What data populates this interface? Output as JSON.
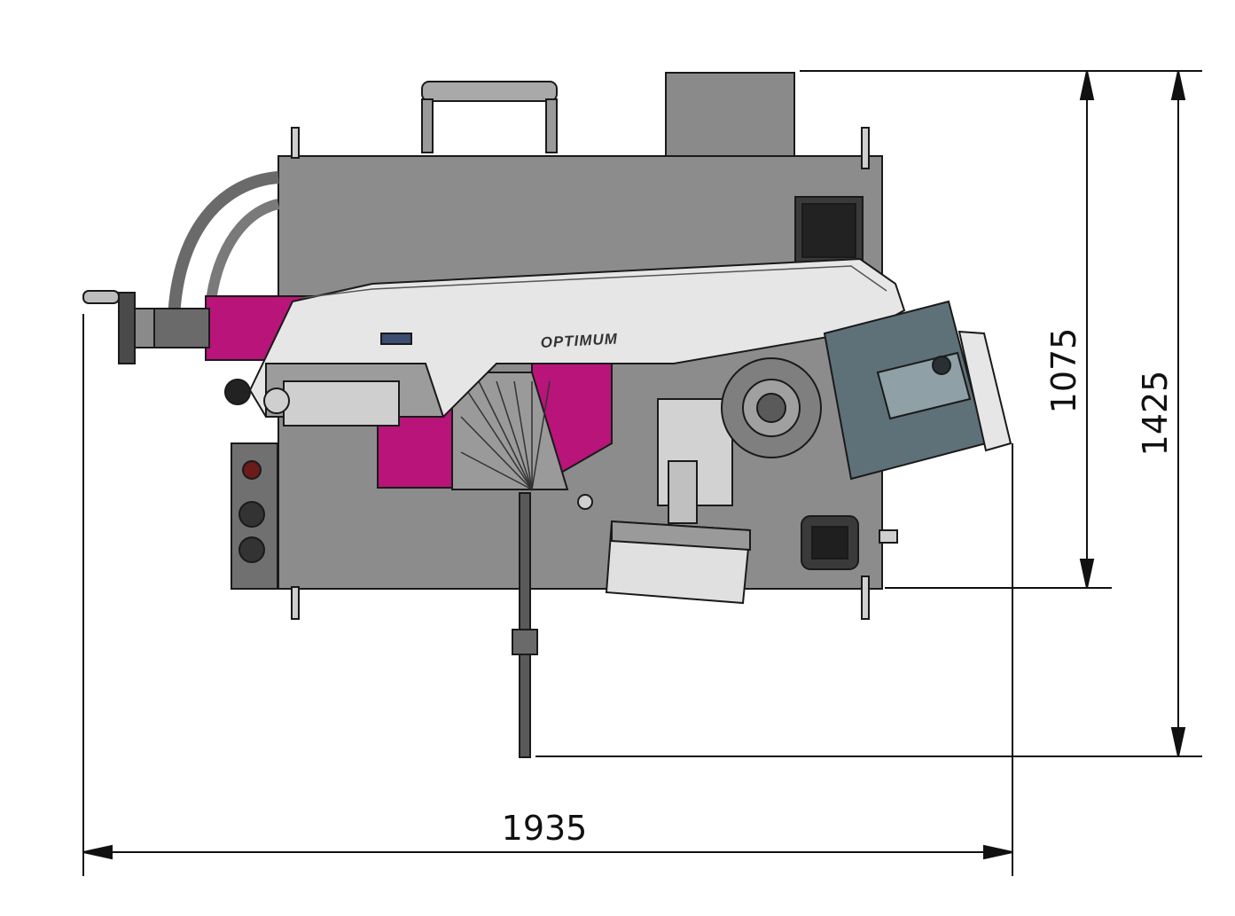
{
  "drawing": {
    "brand_label": "OPTIMUM",
    "dimensions": {
      "overall_width": "1935",
      "machine_depth": "1075",
      "overall_depth": "1425"
    },
    "colors": {
      "body_gray": "#8c8c8c",
      "dark_gray": "#6e6e6e",
      "light_gray": "#e6e6e6",
      "accent_magenta": "#b8147a",
      "motor_blue_gray": "#5e7178",
      "line": "#111111"
    }
  }
}
